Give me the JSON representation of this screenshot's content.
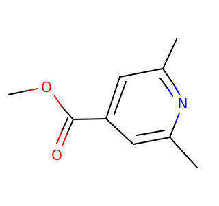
{
  "molecule": {
    "atoms": {
      "n1": {
        "symbol": "N",
        "color": "#0000ff"
      },
      "o_ether": {
        "symbol": "O",
        "color": "#ff0000"
      },
      "o_carbonyl": {
        "symbol": "O",
        "color": "#ff0000"
      }
    },
    "colors": {
      "bond": "#000000",
      "oxygen": "#ff0000",
      "nitrogen": "#0000ff",
      "background": "#ffffff"
    }
  }
}
